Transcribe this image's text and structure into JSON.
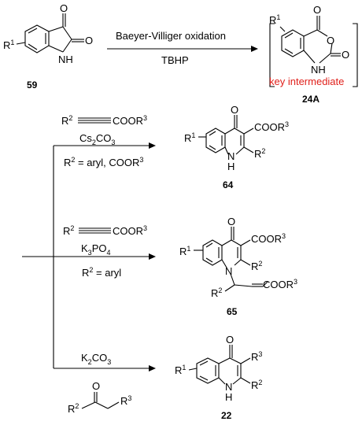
{
  "top": {
    "reagent_above": "Baeyer-Villiger oxidation",
    "reagent_below": "TBHP",
    "start_label": "59",
    "intermediate_label": "24A",
    "intermediate_note": "key intermediate"
  },
  "branch1": {
    "alkyne_left": "R",
    "alkyne_left_sup": "2",
    "alkyne_right": "COOR",
    "alkyne_right_sup": "3",
    "base_main": "Cs",
    "base_sub": "2",
    "base_tail": "CO",
    "base_sub2": "3",
    "condition_prefix": "R",
    "condition_sup": "2",
    "condition_suffix": " = aryl, COOR",
    "condition_sup2": "3",
    "product_label": "64"
  },
  "branch2": {
    "alkyne_left": "R",
    "alkyne_left_sup": "2",
    "alkyne_right": "COOR",
    "alkyne_right_sup": "3",
    "base_main": "K",
    "base_sub": "3",
    "base_tail": "PO",
    "base_sub2": "4",
    "condition_prefix": "R",
    "condition_sup": "2",
    "condition_suffix": " = aryl",
    "product_label": "65"
  },
  "branch3": {
    "base_main": "K",
    "base_sub": "2",
    "base_tail": "CO",
    "base_sub2": "3",
    "ketone_r2": "R",
    "ketone_r2_sup": "2",
    "ketone_r3": "R",
    "ketone_r3_sup": "3",
    "ketone_o": "O",
    "product_label": "22"
  },
  "atoms": {
    "O": "O",
    "N": "N",
    "H": "H",
    "NH": "NH",
    "R": "R",
    "s1": "1",
    "s2": "2",
    "s3": "3",
    "COOR": "COOR"
  }
}
